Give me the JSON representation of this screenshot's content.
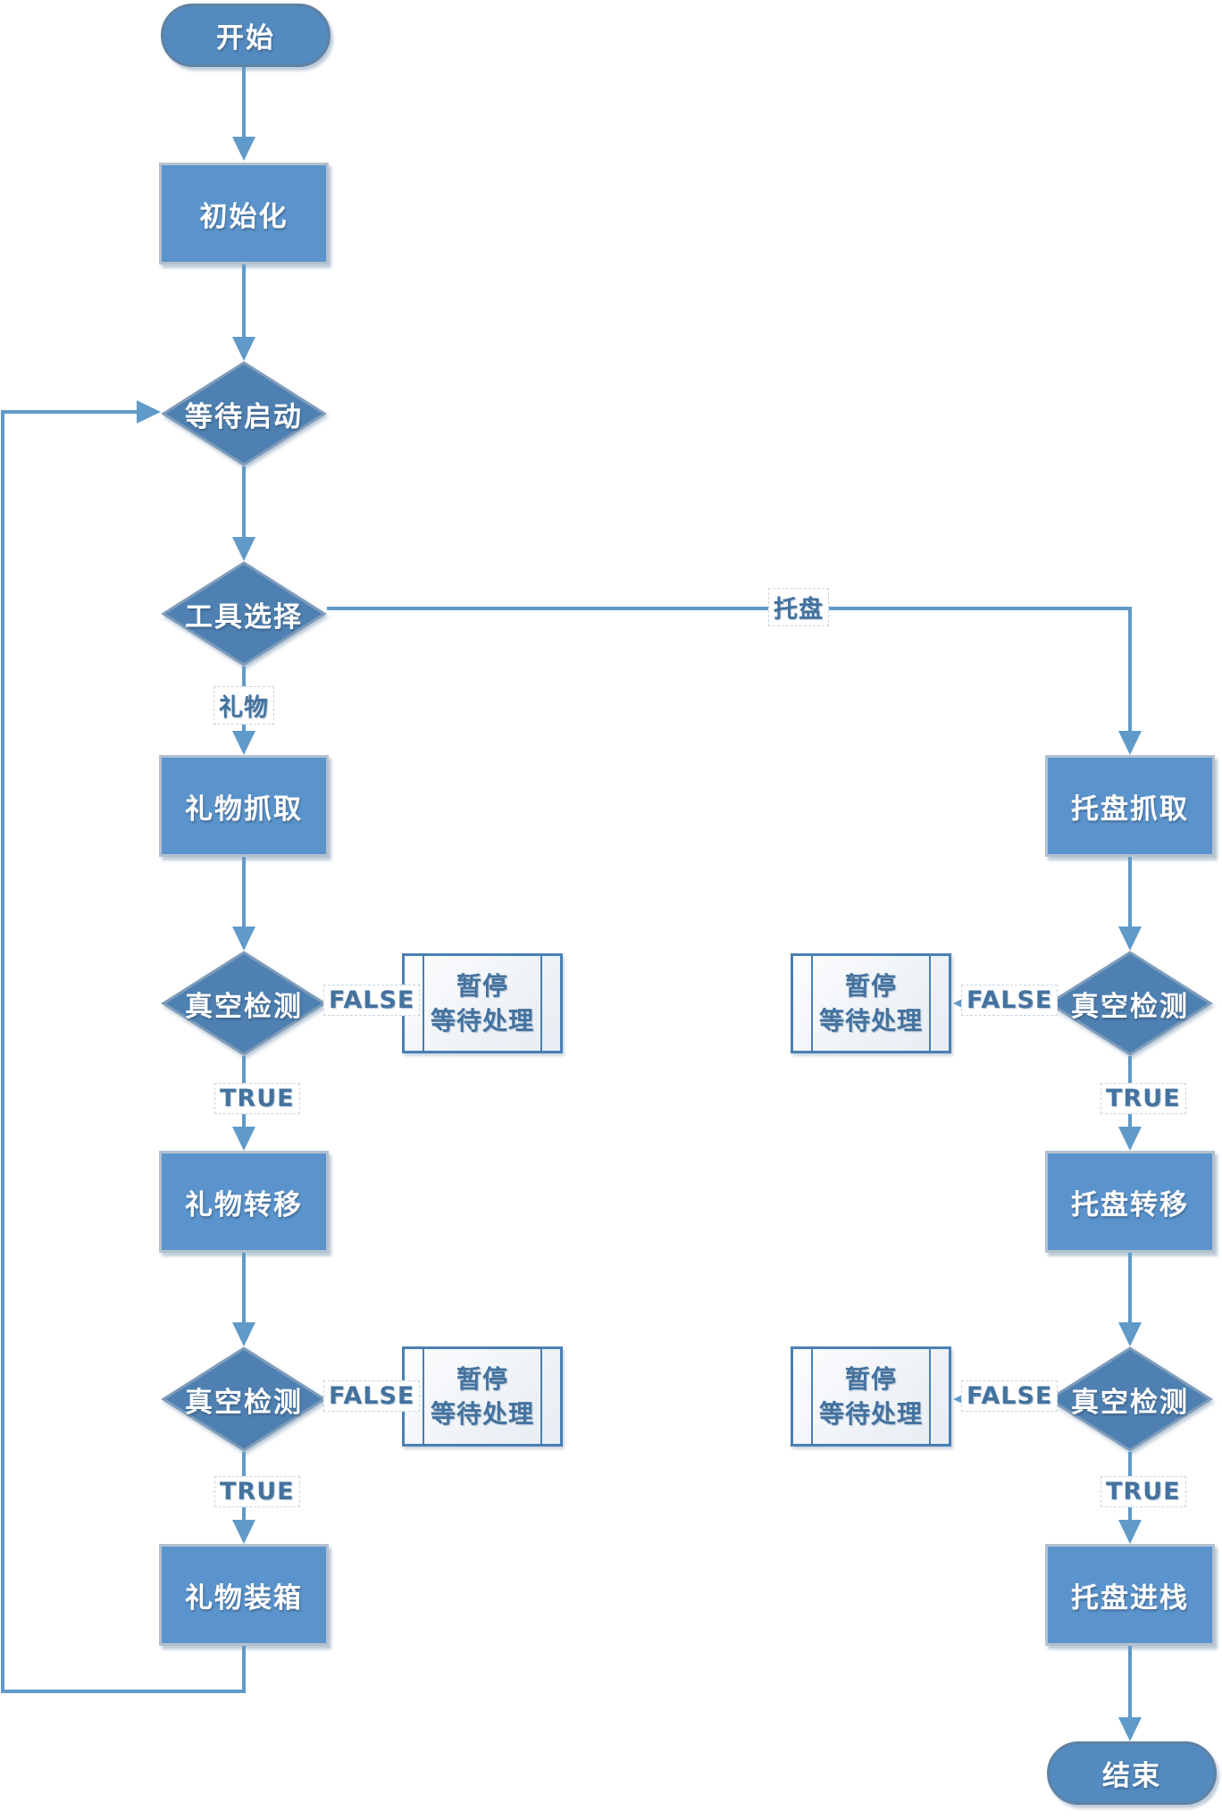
{
  "diagram": {
    "type": "flowchart",
    "nodes": {
      "start": {
        "type": "terminator",
        "label": "开始"
      },
      "init": {
        "type": "process",
        "label": "初始化"
      },
      "wait_start": {
        "type": "decision",
        "label": "等待启动"
      },
      "tool_select": {
        "type": "decision",
        "label": "工具选择"
      },
      "gift_grab": {
        "type": "process",
        "label": "礼物抓取"
      },
      "gift_vacuum_check_1": {
        "type": "decision",
        "label": "真空检测"
      },
      "gift_pause_1": {
        "type": "predefined_process",
        "line1": "暂停",
        "line2": "等待处理"
      },
      "gift_transfer": {
        "type": "process",
        "label": "礼物转移"
      },
      "gift_vacuum_check_2": {
        "type": "decision",
        "label": "真空检测"
      },
      "gift_pause_2": {
        "type": "predefined_process",
        "line1": "暂停",
        "line2": "等待处理"
      },
      "gift_boxing": {
        "type": "process",
        "label": "礼物装箱"
      },
      "tray_grab": {
        "type": "process",
        "label": "托盘抓取"
      },
      "tray_vacuum_check_1": {
        "type": "decision",
        "label": "真空检测"
      },
      "tray_pause_1": {
        "type": "predefined_process",
        "line1": "暂停",
        "line2": "等待处理"
      },
      "tray_transfer": {
        "type": "process",
        "label": "托盘转移"
      },
      "tray_vacuum_check_2": {
        "type": "decision",
        "label": "真空检测"
      },
      "tray_pause_2": {
        "type": "predefined_process",
        "line1": "暂停",
        "line2": "等待处理"
      },
      "tray_stack": {
        "type": "process",
        "label": "托盘进栈"
      },
      "end": {
        "type": "terminator",
        "label": "结束"
      }
    },
    "edge_labels": {
      "gift_branch": "礼物",
      "tray_branch": "托盘",
      "true": "TRUE",
      "false": "FALSE"
    },
    "colors": {
      "process_fill": "#5b94cc",
      "decision_fill": "#4e80b2",
      "decision_stroke": "#7e9cba",
      "terminator_fill": "#538abf",
      "connector": "#5f9ac9",
      "edge_label_text": "#44729e",
      "node_text": "#ffffff",
      "pause_border": "#4a7fb5",
      "background": "#ffffff"
    }
  }
}
